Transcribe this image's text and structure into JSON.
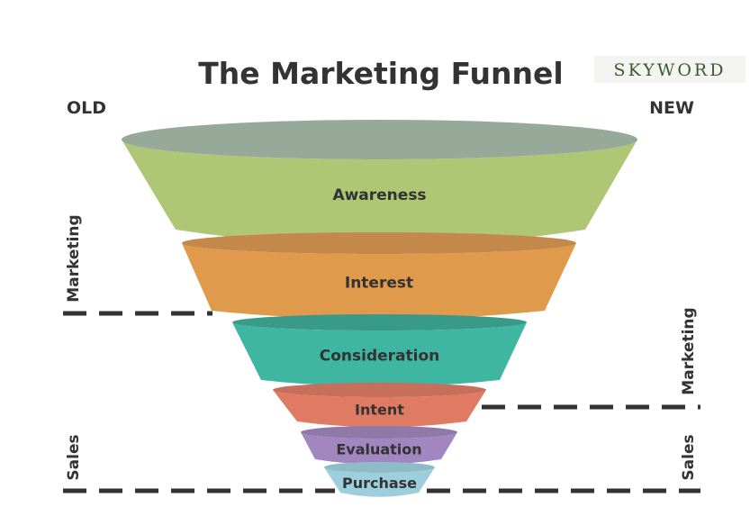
{
  "title": "The Marketing Funnel",
  "logo": "SKYWORD",
  "old_label": "OLD",
  "new_label": "NEW",
  "left_labels": {
    "marketing": "Marketing",
    "sales": "Sales"
  },
  "right_labels": {
    "marketing": "Marketing",
    "sales": "Sales"
  },
  "stages": [
    {
      "label": "Awareness",
      "color": "#afc674",
      "cap": "#97aa9a"
    },
    {
      "label": "Interest",
      "color": "#e09a4c",
      "cap": "#c4894a"
    },
    {
      "label": "Consideration",
      "color": "#3fb6a2",
      "cap": "#399a8a"
    },
    {
      "label": "Intent",
      "color": "#de7b62",
      "cap": "#c86e5c"
    },
    {
      "label": "Evaluation",
      "color": "#a286bf",
      "cap": "#8f79a8"
    },
    {
      "label": "Purchase",
      "color": "#9ccedc",
      "cap": "#8dbcc8"
    }
  ]
}
